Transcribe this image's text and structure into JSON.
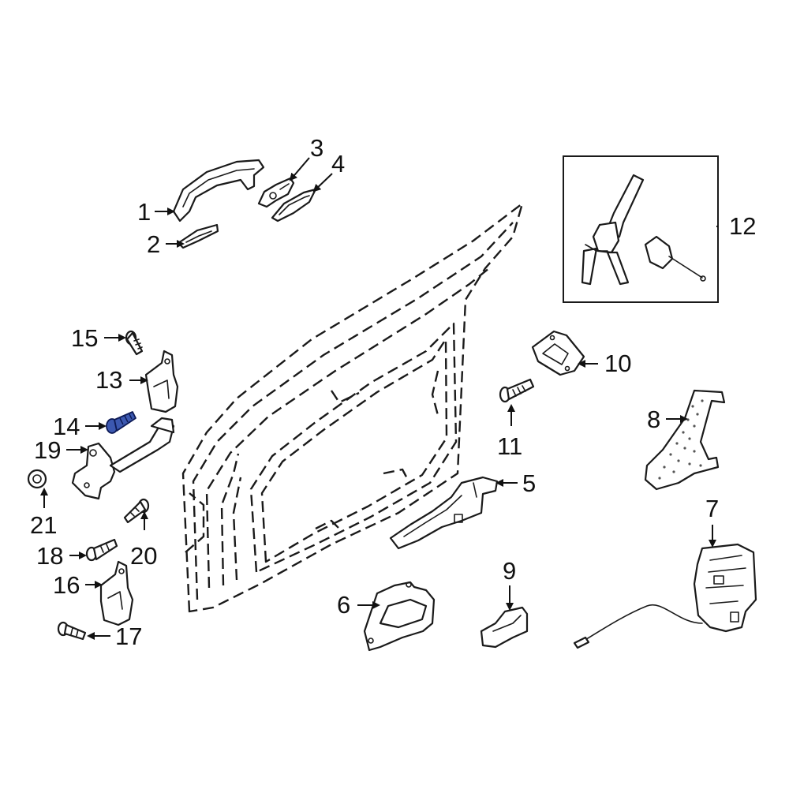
{
  "callouts": {
    "c1": "1",
    "c2": "2",
    "c3": "3",
    "c4": "4",
    "c5": "5",
    "c6": "6",
    "c7": "7",
    "c8": "8",
    "c9": "9",
    "c10": "10",
    "c11": "11",
    "c12": "12",
    "c13": "13",
    "c14": "14",
    "c15": "15",
    "c16": "16",
    "c17": "17",
    "c18": "18",
    "c19": "19",
    "c20": "20",
    "c21": "21"
  },
  "highlighted_part": "14",
  "colors": {
    "highlight": "#3c58b0",
    "line": "#1a1a1a",
    "background": "#ffffff"
  }
}
